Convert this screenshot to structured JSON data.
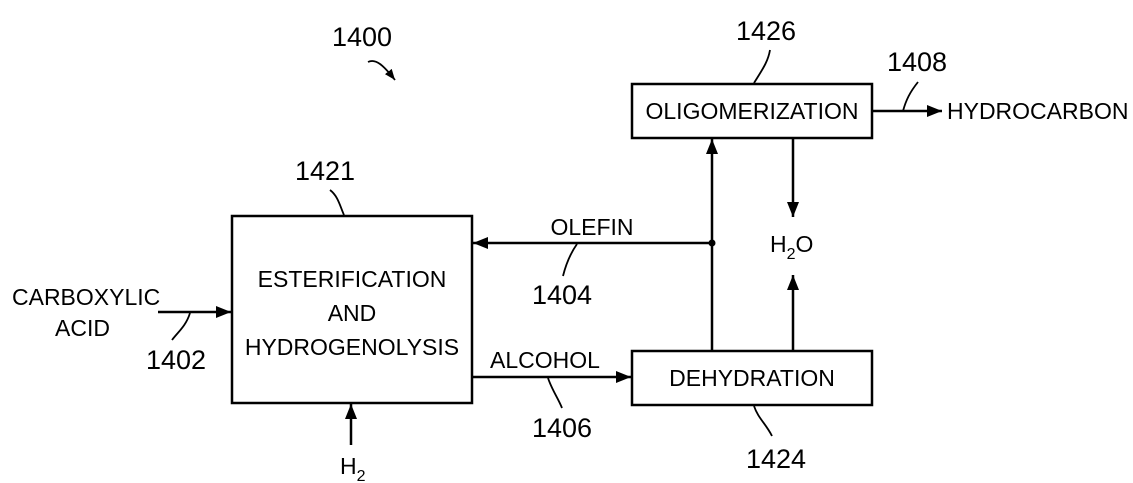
{
  "figure": {
    "ref": "1400"
  },
  "blocks": {
    "esterification": {
      "line1": "ESTERIFICATION",
      "line2": "AND",
      "line3": "HYDROGENOLYSIS",
      "ref": "1421"
    },
    "oligomerization": {
      "label": "OLIGOMERIZATION",
      "ref": "1426"
    },
    "dehydration": {
      "label": "DEHYDRATION",
      "ref": "1424"
    }
  },
  "streams": {
    "carboxylic_acid": {
      "line1": "CARBOXYLIC",
      "line2": "ACID",
      "ref": "1402"
    },
    "hydrogen": {
      "base": "H",
      "sub": "2"
    },
    "alcohol": {
      "label": "ALCOHOL",
      "ref": "1406"
    },
    "olefin": {
      "label": "OLEFIN",
      "ref": "1404"
    },
    "water": {
      "base": "H",
      "sub": "2",
      "tail": "O"
    },
    "hydrocarbon": {
      "label": "HYDROCARBON",
      "ref": "1408"
    }
  },
  "colors": {
    "ink": "#000000",
    "background": "#ffffff"
  }
}
